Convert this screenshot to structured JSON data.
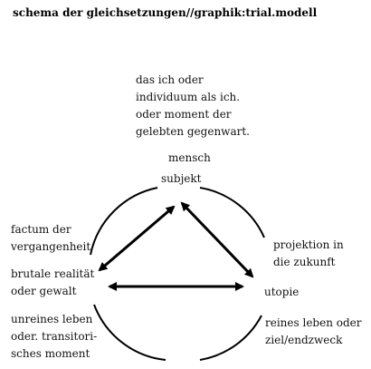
{
  "title": "schema der gleichsetzungen//graphik:trial.modell",
  "nodes": {
    "top_note": [
      "das ich oder",
      "individuum als ich.",
      "oder moment der",
      "gelebten gegenwart."
    ],
    "top_label": [
      "mensch",
      "subjekt"
    ],
    "left_past": [
      "factum der",
      "vergangenheit"
    ],
    "left_reality": [
      "brutale realität",
      "oder gewalt"
    ],
    "left_bottom": [
      "unreines leben",
      "oder. transitori-",
      "sches moment"
    ],
    "right_projection": [
      "projektion in",
      "die zukunft"
    ],
    "right_label": "utopie",
    "right_bottom": [
      "reines leben oder",
      "ziel/endzweck"
    ]
  }
}
